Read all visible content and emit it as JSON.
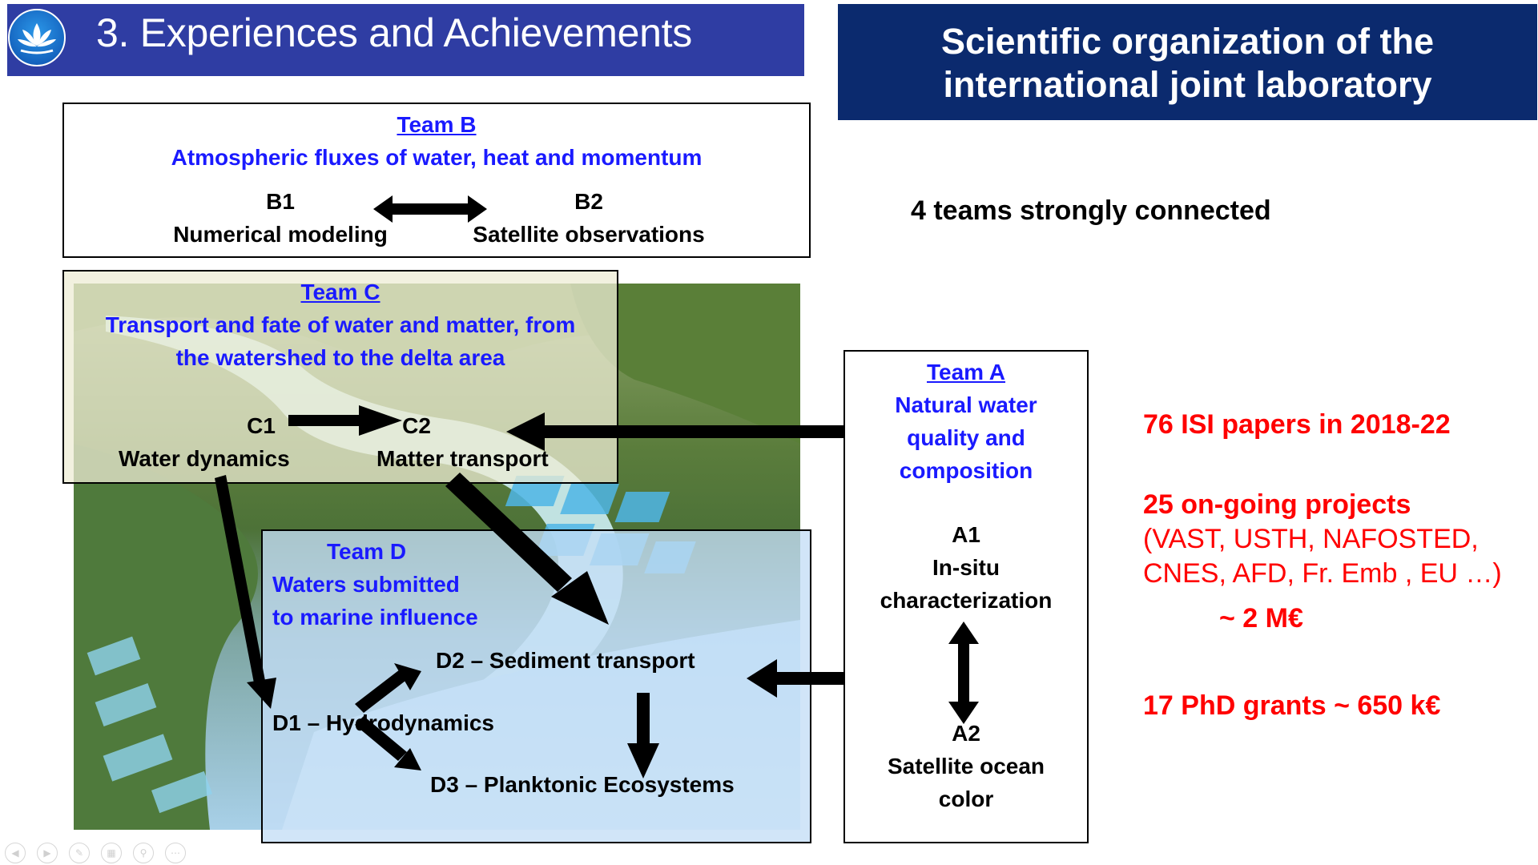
{
  "header": {
    "title": "3. Experiences and Achievements",
    "logo_icon": "lotus-icon",
    "org_line1": "Scientific organization of the",
    "org_line2": "international joint laboratory"
  },
  "team_b": {
    "name": "Team B",
    "subtitle": "Atmospheric fluxes of water, heat and momentum",
    "b1_code": "B1",
    "b1_label": "Numerical modeling",
    "b2_code": "B2",
    "b2_label": "Satellite observations"
  },
  "team_c": {
    "name": "Team C",
    "subtitle_line1": "Transport and fate of water and matter, from",
    "subtitle_line2": "the watershed to the delta area",
    "c1_code": "C1",
    "c1_label": "Water dynamics",
    "c2_code": "C2",
    "c2_label": "Matter transport"
  },
  "team_d": {
    "name": "Team D",
    "subtitle_line1": "Waters submitted",
    "subtitle_line2": "to marine influence",
    "d1": "D1 – Hydrodynamics",
    "d2": "D2 – Sediment transport",
    "d3": "D3 – Planktonic Ecosystems"
  },
  "team_a": {
    "name": "Team A",
    "subtitle_line1": "Natural water",
    "subtitle_line2": "quality and",
    "subtitle_line3": "composition",
    "a1_code": "A1",
    "a1_line1": "In-situ",
    "a1_line2": "characterization",
    "a2_code": "A2",
    "a2_line1": "Satellite ocean",
    "a2_line2": "color"
  },
  "summary": {
    "connected": "4 teams strongly connected",
    "papers": "76 ISI papers in 2018-22",
    "projects": "25 on-going projects",
    "projects_line1": "(VAST, USTH, NAFOSTED,",
    "projects_line2": "CNES, AFD, Fr. Emb , EU …)",
    "budget": "~ 2 M€",
    "phd": "17 PhD grants ~ 650 k€"
  },
  "colors": {
    "title_bar": "#2f3da3",
    "org_box": "#0b2a6e",
    "team_text": "#1a1aff",
    "highlight": "#ff0000"
  },
  "nav": {
    "icons": [
      "prev-icon",
      "play-icon",
      "pen-icon",
      "slides-icon",
      "zoom-icon",
      "more-icon"
    ]
  }
}
